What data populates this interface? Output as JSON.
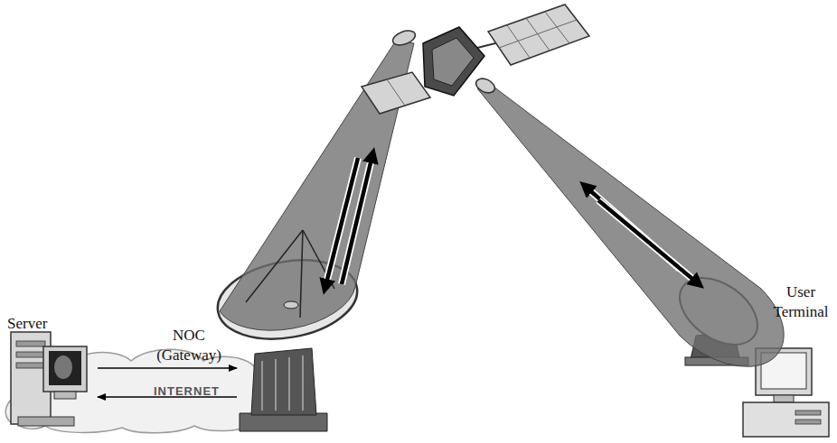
{
  "diagram": {
    "nodes": [
      {
        "text": [
          "Server"
        ]
      },
      {
        "text": [
          "NOC (Gateway)"
        ]
      },
      {
        "text": [
          "INTERNET"
        ]
      },
      {
        "text": [
          "User Terminal"
        ]
      }
    ],
    "edges": [
      {
        "from": 0,
        "to": 1,
        "arrow": "to"
      },
      {
        "from": 1,
        "to": 0,
        "arrow": "to"
      }
    ]
  }
}
